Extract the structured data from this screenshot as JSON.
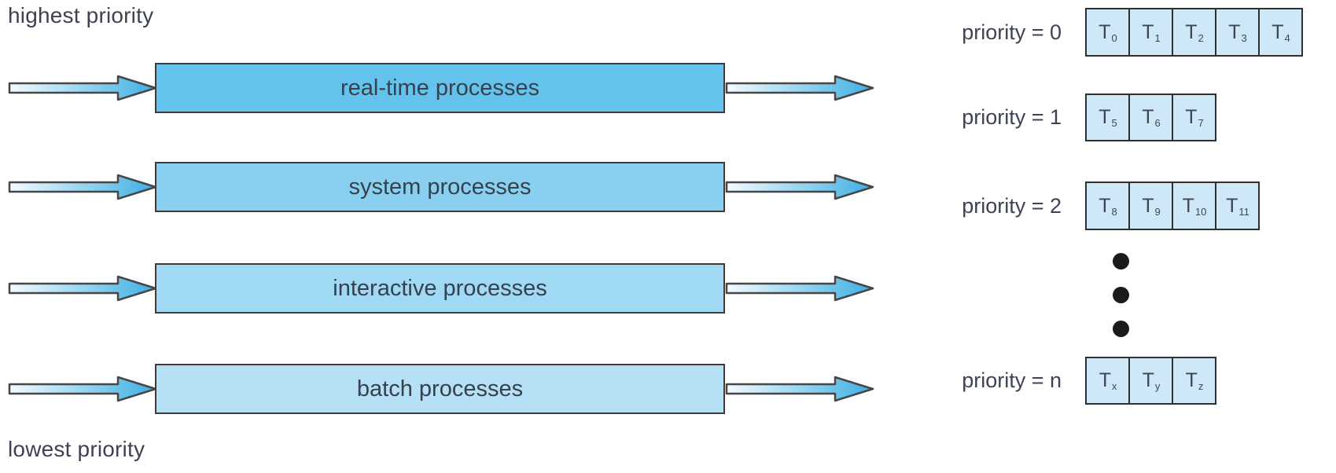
{
  "figure": {
    "left": {
      "top_label": "highest priority",
      "bottom_label": "lowest priority",
      "queues": [
        {
          "label": "real-time processes",
          "fill": "#63c3ec"
        },
        {
          "label": "system processes",
          "fill": "#89cff0"
        },
        {
          "label": "interactive processes",
          "fill": "#a0d9f3"
        },
        {
          "label": "batch processes",
          "fill": "#b6e0f6"
        }
      ]
    },
    "right": {
      "rows": [
        {
          "label": "priority = 0",
          "threads": [
            {
              "base": "T",
              "sub": "0"
            },
            {
              "base": "T",
              "sub": "1"
            },
            {
              "base": "T",
              "sub": "2"
            },
            {
              "base": "T",
              "sub": "3"
            },
            {
              "base": "T",
              "sub": "4"
            }
          ]
        },
        {
          "label": "priority = 1",
          "threads": [
            {
              "base": "T",
              "sub": "5"
            },
            {
              "base": "T",
              "sub": "6"
            },
            {
              "base": "T",
              "sub": "7"
            }
          ]
        },
        {
          "label": "priority = 2",
          "threads": [
            {
              "base": "T",
              "sub": "8"
            },
            {
              "base": "T",
              "sub": "9"
            },
            {
              "base": "T",
              "sub": "10"
            },
            {
              "base": "T",
              "sub": "11"
            }
          ]
        },
        {
          "label": "priority = n",
          "threads": [
            {
              "base": "T",
              "sub": "x"
            },
            {
              "base": "T",
              "sub": "y"
            },
            {
              "base": "T",
              "sub": "z"
            }
          ]
        }
      ],
      "ellipsis_dots": 3,
      "cell_fill": "#cfe8f7"
    },
    "colors": {
      "box_border": "#3c3c3c",
      "cell_border": "#2f2f2f",
      "text": "#3e4254",
      "arrow_gradient_start": "#f4fbfe",
      "arrow_gradient_end": "#3eafe4",
      "arrow_stroke": "#474747",
      "dot": "#1b1b1b"
    }
  }
}
